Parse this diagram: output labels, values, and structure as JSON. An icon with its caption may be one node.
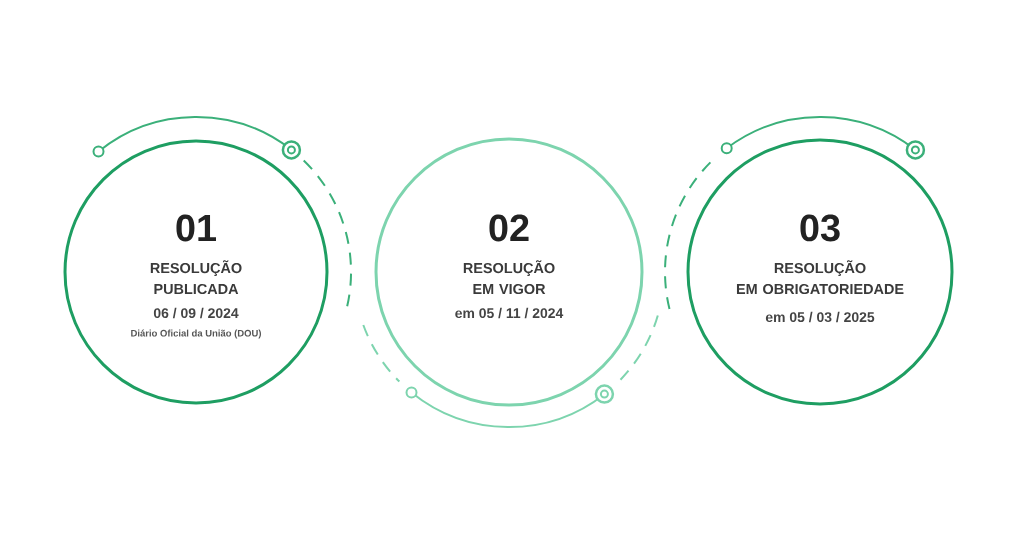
{
  "diagram": {
    "nodes": [
      {
        "text": [
          "01",
          "RESOLUÇÃO PUBLICADA",
          "06 / 09 / 2024",
          "Diário Oficial da União (DOU)"
        ]
      },
      {
        "text": [
          "02",
          "RESOLUÇÃO EM VIGOR",
          "em 05 / 11 / 2024"
        ]
      },
      {
        "text": [
          "03",
          "RESOLUÇÃO EM OBRIGATORIEDADE",
          "em 05 / 03 / 2025"
        ]
      }
    ]
  }
}
